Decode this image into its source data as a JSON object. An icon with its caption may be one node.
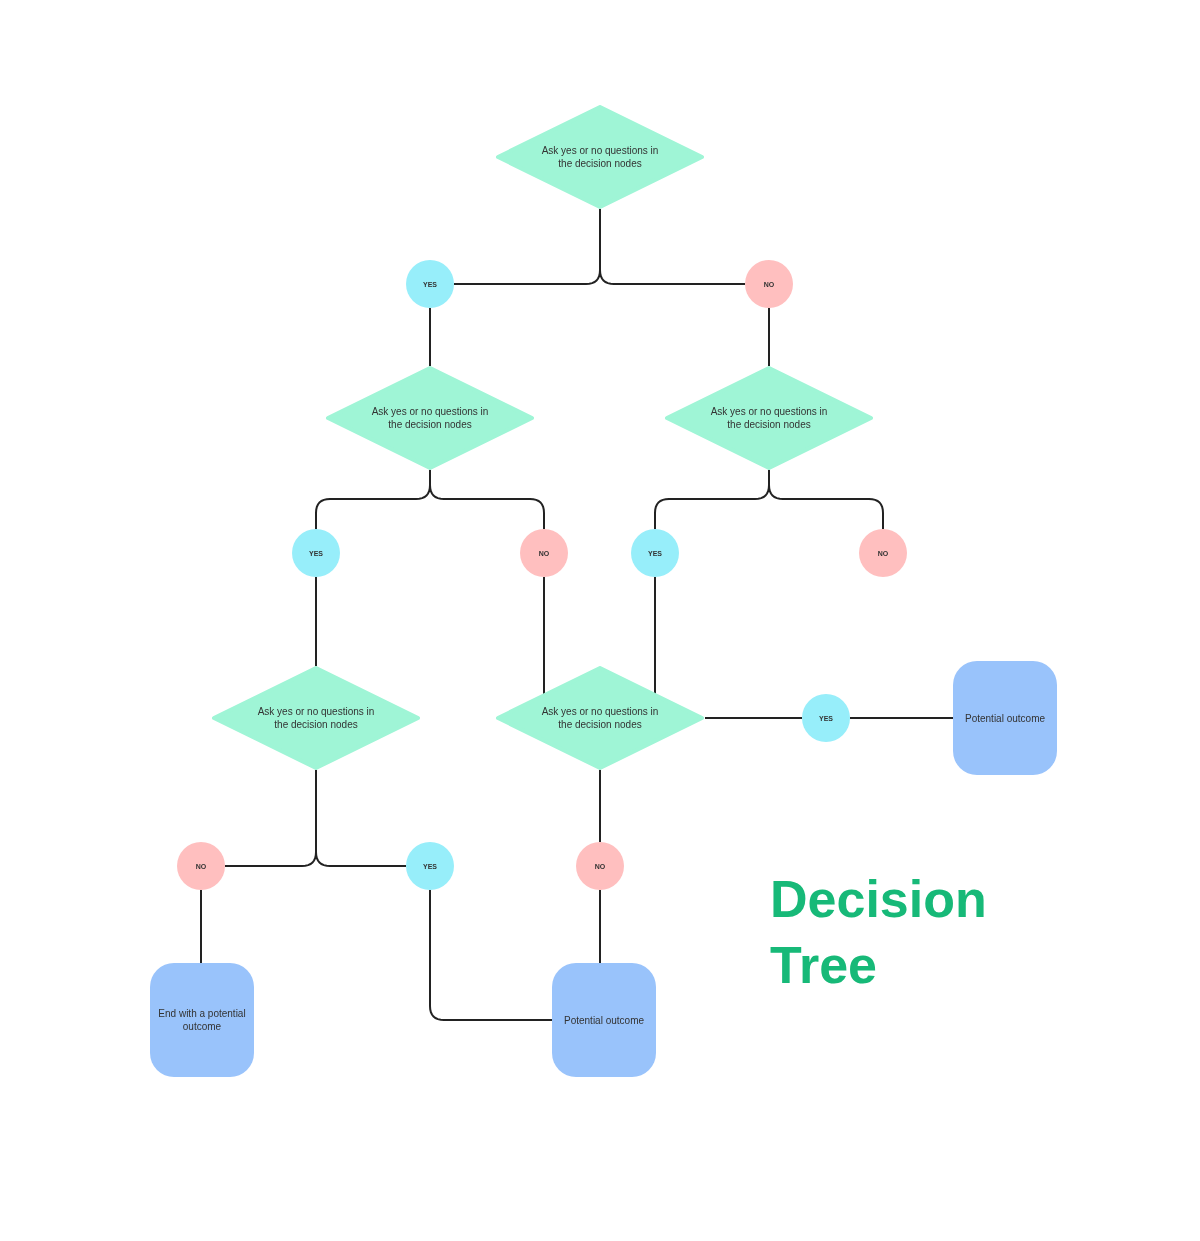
{
  "diagram": {
    "title": "Decision Tree",
    "nodes": [
      {
        "text": [
          "Ask yes or no questions in the decision nodes"
        ]
      },
      {
        "text": [
          "YES"
        ]
      },
      {
        "text": [
          "NO"
        ]
      },
      {
        "text": [
          "Ask yes or no questions in the decision nodes"
        ]
      },
      {
        "text": [
          "Ask yes or no questions in the decision nodes"
        ]
      },
      {
        "text": [
          "YES"
        ]
      },
      {
        "text": [
          "NO"
        ]
      },
      {
        "text": [
          "YES"
        ]
      },
      {
        "text": [
          "NO"
        ]
      },
      {
        "text": [
          "Ask yes or no questions in the decision nodes"
        ]
      },
      {
        "text": [
          "Ask yes or no questions in the decision nodes"
        ]
      },
      {
        "text": [
          "YES"
        ]
      },
      {
        "text": [
          "Potential outcome"
        ]
      },
      {
        "text": [
          "NO"
        ]
      },
      {
        "text": [
          "YES"
        ]
      },
      {
        "text": [
          "NO"
        ]
      },
      {
        "text": [
          "End with a potential outcome"
        ]
      },
      {
        "text": [
          "Potential outcome"
        ]
      }
    ],
    "edges": [
      {
        "from": 0,
        "to": 1,
        "arrow": "none"
      },
      {
        "from": 0,
        "to": 2,
        "arrow": "none"
      },
      {
        "from": 1,
        "to": 3,
        "arrow": "none"
      },
      {
        "from": 2,
        "to": 4,
        "arrow": "none"
      },
      {
        "from": 3,
        "to": 5,
        "arrow": "none"
      },
      {
        "from": 3,
        "to": 6,
        "arrow": "none"
      },
      {
        "from": 4,
        "to": 7,
        "arrow": "none"
      },
      {
        "from": 4,
        "to": 8,
        "arrow": "none"
      },
      {
        "from": 5,
        "to": 9,
        "arrow": "none"
      },
      {
        "from": 6,
        "to": 10,
        "arrow": "none"
      },
      {
        "from": 7,
        "to": 10,
        "arrow": "none"
      },
      {
        "from": 10,
        "to": 11,
        "arrow": "none"
      },
      {
        "from": 11,
        "to": 12,
        "arrow": "none"
      },
      {
        "from": 9,
        "to": 13,
        "arrow": "none"
      },
      {
        "from": 9,
        "to": 14,
        "arrow": "none"
      },
      {
        "from": 10,
        "to": 15,
        "arrow": "none"
      },
      {
        "from": 13,
        "to": 16,
        "arrow": "none"
      },
      {
        "from": 14,
        "to": 17,
        "arrow": "none"
      },
      {
        "from": 15,
        "to": 17,
        "arrow": "none"
      }
    ]
  }
}
